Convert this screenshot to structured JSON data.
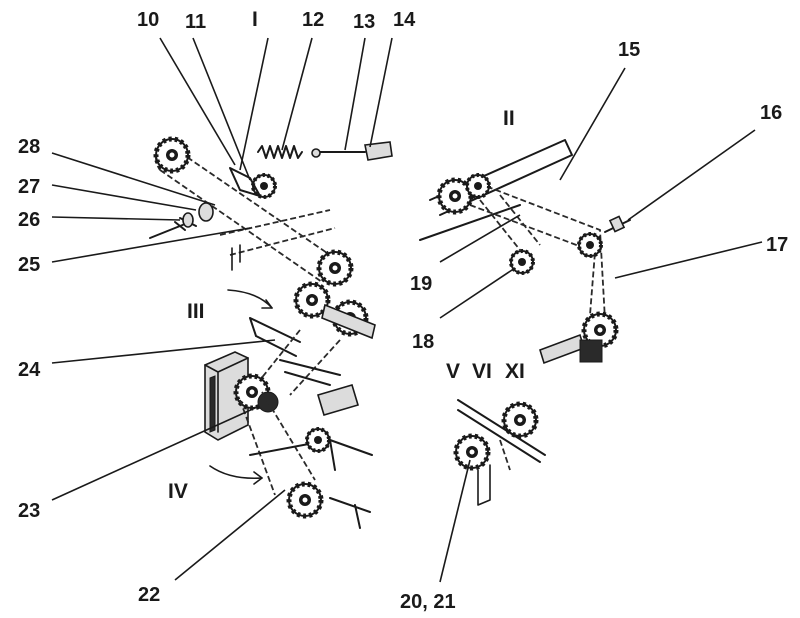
{
  "group_labels": {
    "I": "I",
    "II": "II",
    "III": "III",
    "IV": "IV",
    "V": "V",
    "VI": "VI",
    "XI": "XI"
  },
  "part_labels": {
    "p10": "10",
    "p11": "11",
    "p12": "12",
    "p13": "13",
    "p14": "14",
    "p15": "15",
    "p16": "16",
    "p17": "17",
    "p18": "18",
    "p19": "19",
    "p20_21": "20, 21",
    "p22": "22",
    "p23": "23",
    "p24": "24",
    "p25": "25",
    "p26": "26",
    "p27": "27",
    "p28": "28"
  }
}
